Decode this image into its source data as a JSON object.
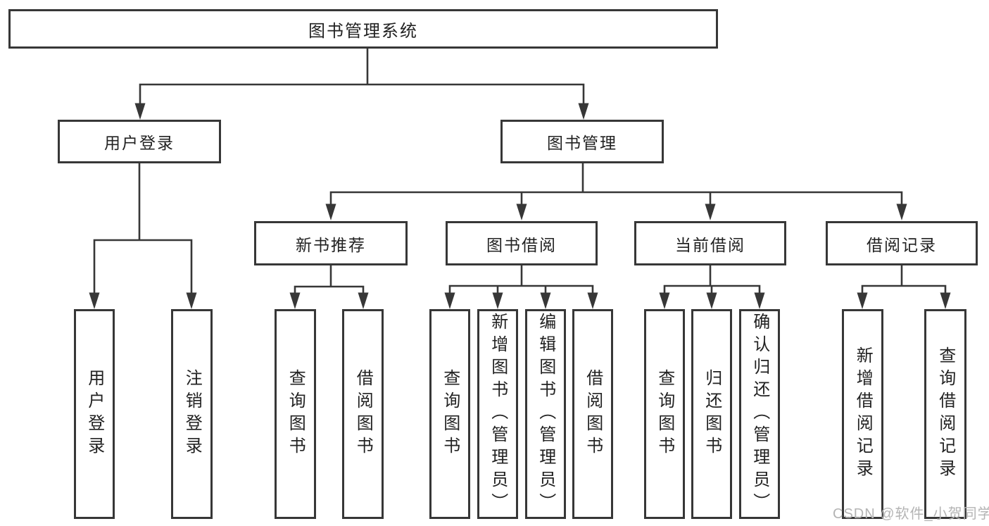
{
  "nodes": {
    "root": {
      "label": "图书管理系统",
      "children": [
        "user_login",
        "book_mgmt"
      ]
    },
    "user_login": {
      "label": "用户登录",
      "children": [
        "login",
        "logout"
      ]
    },
    "book_mgmt": {
      "label": "图书管理",
      "children": [
        "new_book_rec",
        "book_borrow",
        "current_borrow",
        "borrow_records"
      ]
    },
    "new_book_rec": {
      "label": "新书推荐",
      "children": [
        "rec_query",
        "rec_borrow"
      ]
    },
    "book_borrow": {
      "label": "图书借阅",
      "children": [
        "bb_query",
        "bb_add",
        "bb_edit",
        "bb_borrow"
      ]
    },
    "current_borrow": {
      "label": "当前借阅",
      "children": [
        "cb_query",
        "cb_return",
        "cb_confirm"
      ]
    },
    "borrow_records": {
      "label": "借阅记录",
      "children": [
        "br_add",
        "br_query"
      ]
    },
    "login": {
      "label": "用户登录"
    },
    "logout": {
      "label": "注销登录"
    },
    "rec_query": {
      "label": "查询图书"
    },
    "rec_borrow": {
      "label": "借阅图书"
    },
    "bb_query": {
      "label": "查询图书"
    },
    "bb_add": {
      "label": "新增图书（管理员）"
    },
    "bb_edit": {
      "label": "编辑图书（管理员）"
    },
    "bb_borrow": {
      "label": "借阅图书"
    },
    "cb_query": {
      "label": "查询图书"
    },
    "cb_return": {
      "label": "归还图书"
    },
    "cb_confirm": {
      "label": "确认归还（管理员）"
    },
    "br_add": {
      "label": "新增借阅记录"
    },
    "br_query": {
      "label": "查询借阅记录"
    }
  },
  "watermark": {
    "text": "CSDN @软件_小贺同学",
    "color": "#b4b4b4"
  },
  "colors": {
    "line": "#373737",
    "box_border": "#373737",
    "text": "#222222",
    "background": "#ffffff"
  }
}
